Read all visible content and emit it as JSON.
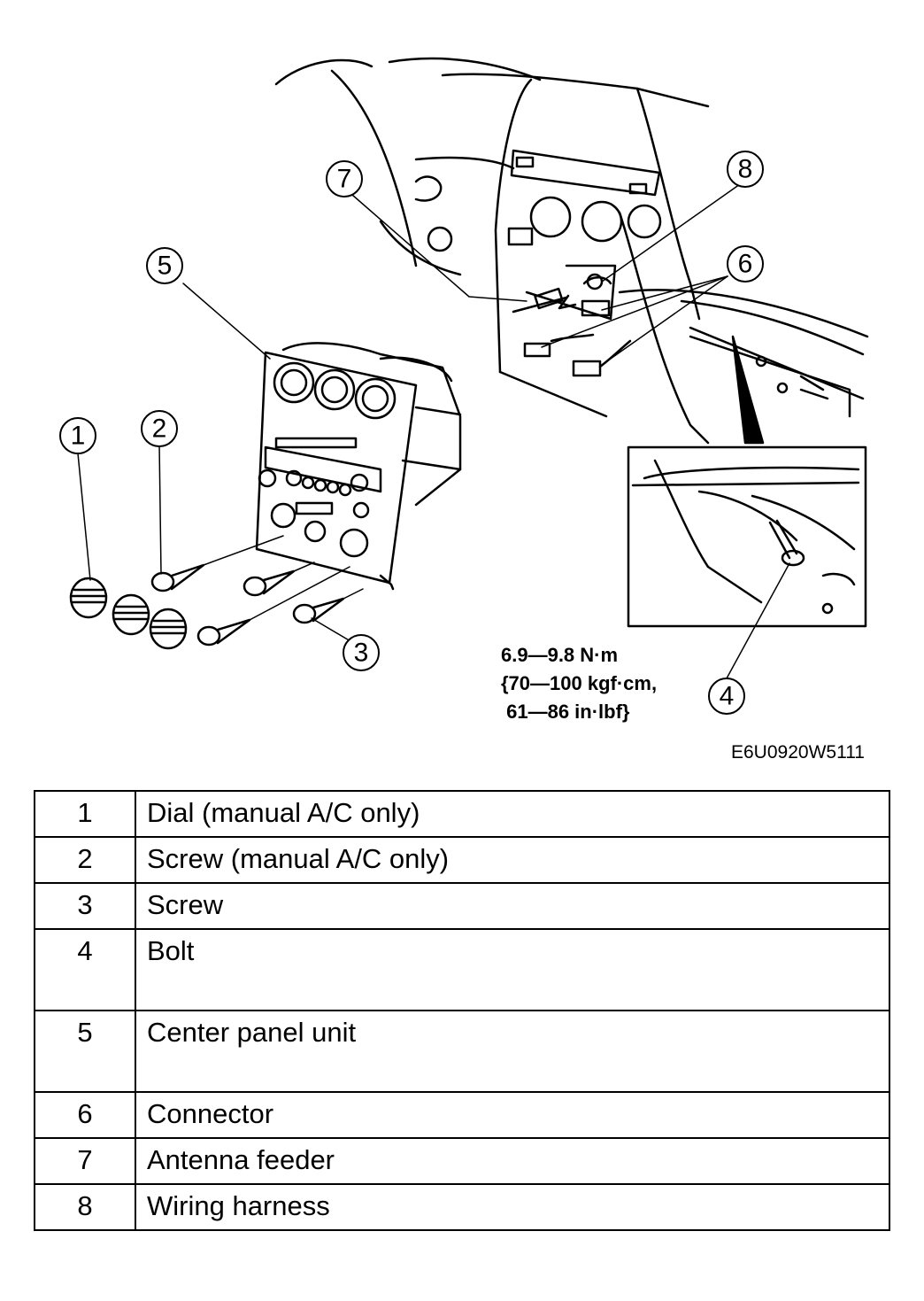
{
  "callouts": {
    "c1": "1",
    "c2": "2",
    "c3": "3",
    "c4": "4",
    "c5": "5",
    "c6": "6",
    "c7": "7",
    "c8": "8"
  },
  "torque": {
    "line1": "6.9—9.8 N·m",
    "line2": "{70—100 kgf·cm,",
    "line3": " 61—86 in·lbf}"
  },
  "figure_code": "E6U0920W5111",
  "parts": [
    {
      "num": "1",
      "name": "Dial (manual A/C only)"
    },
    {
      "num": "2",
      "name": "Screw (manual A/C only)"
    },
    {
      "num": "3",
      "name": "Screw"
    },
    {
      "num": "4",
      "name": "Bolt"
    },
    {
      "num": "5",
      "name": "Center panel unit"
    },
    {
      "num": "6",
      "name": "Connector"
    },
    {
      "num": "7",
      "name": "Antenna feeder"
    },
    {
      "num": "8",
      "name": "Wiring harness"
    }
  ]
}
